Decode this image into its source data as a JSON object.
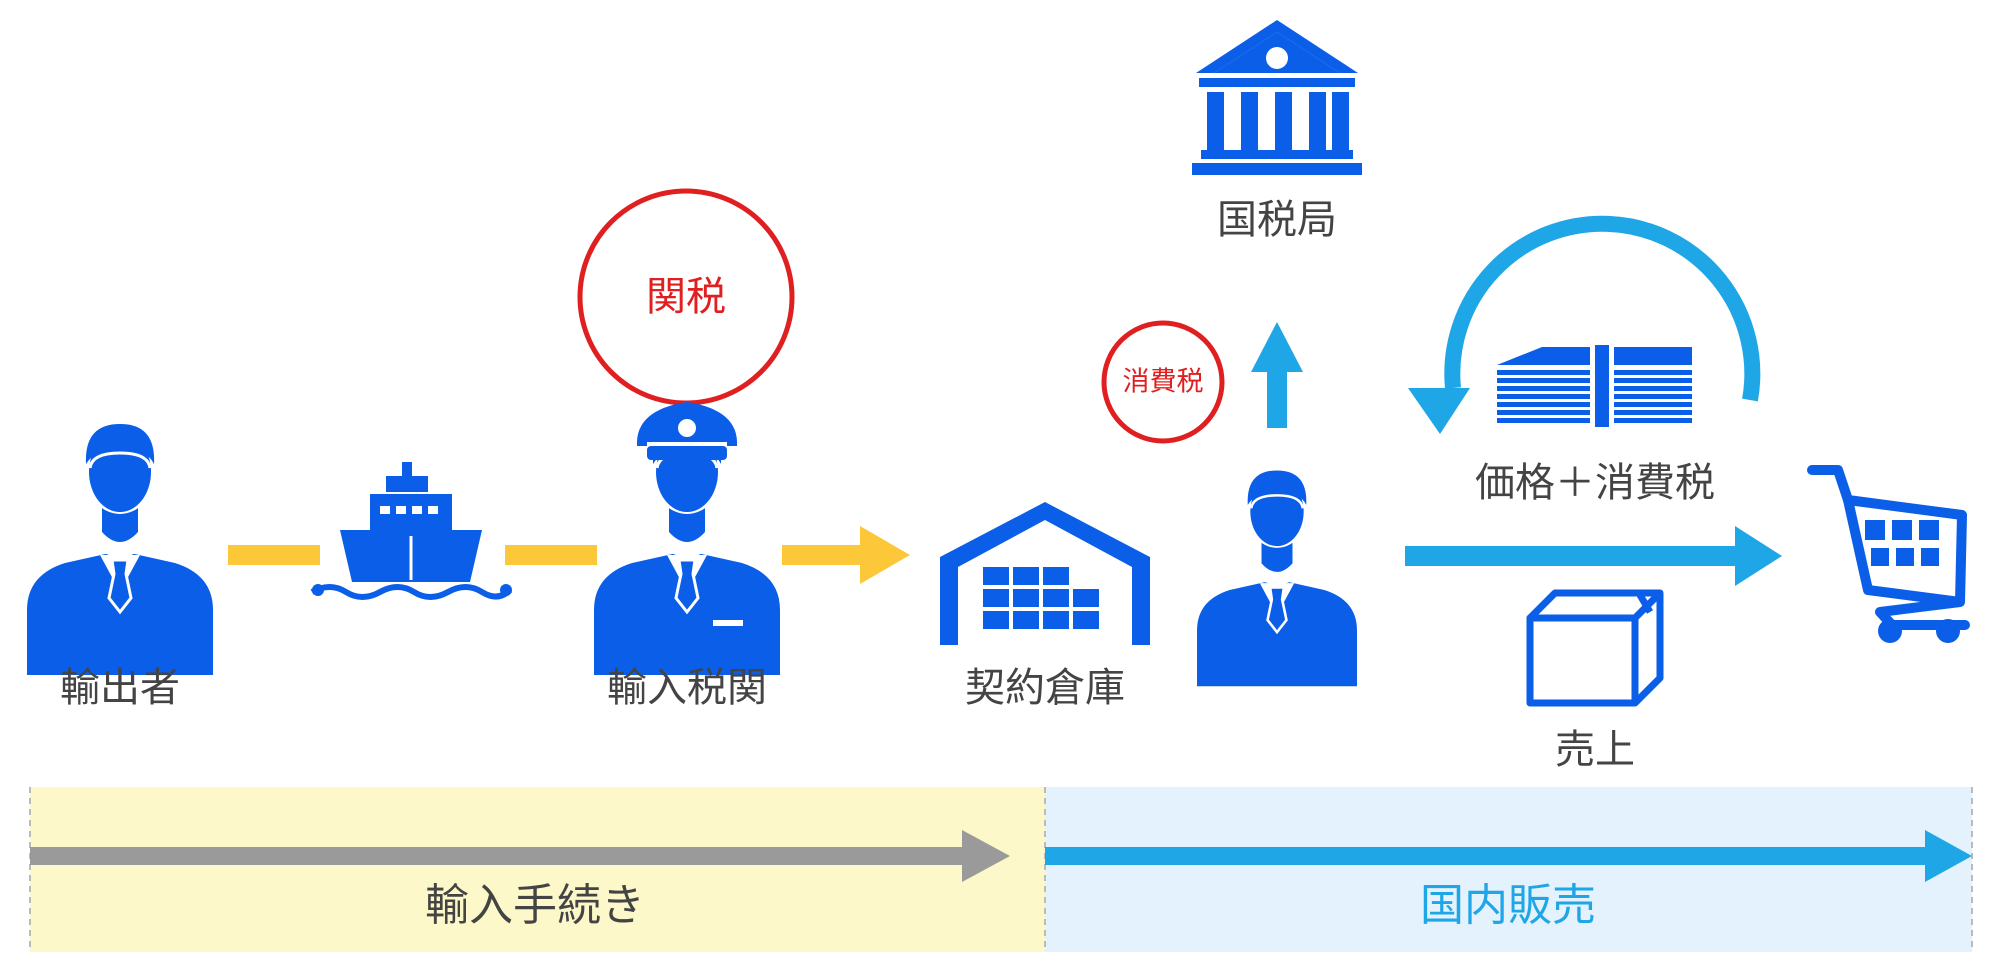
{
  "colors": {
    "icon_blue": "#0a5ee8",
    "cyan": "#1ea6e6",
    "yellow": "#fcc739",
    "gray": "#9a9a9a",
    "red": "#e02020",
    "text": "#444444",
    "import_band": "#fdf8c9",
    "domestic_band": "#e3f2fd"
  },
  "nodes": {
    "exporter": {
      "label": "輸出者",
      "icon": "businessman-icon"
    },
    "ship": {
      "icon": "cargo-ship-icon"
    },
    "customs": {
      "label": "輸入税関",
      "icon": "customs-officer-icon"
    },
    "warehouse": {
      "label": "契約倉庫",
      "icon": "warehouse-icon"
    },
    "seller": {
      "icon": "businessman-icon"
    },
    "tax_office": {
      "label": "国税局",
      "icon": "government-building-icon"
    },
    "money": {
      "label": "価格＋消費税",
      "icon": "cash-stack-icon"
    },
    "sales": {
      "label": "売上",
      "icon": "package-box-icon"
    },
    "cart": {
      "icon": "shopping-cart-icon"
    }
  },
  "badges": {
    "tariff": "関税",
    "consumption_tax": "消費税"
  },
  "phases": {
    "import": "輸入手続き",
    "domestic": "国内販売"
  }
}
